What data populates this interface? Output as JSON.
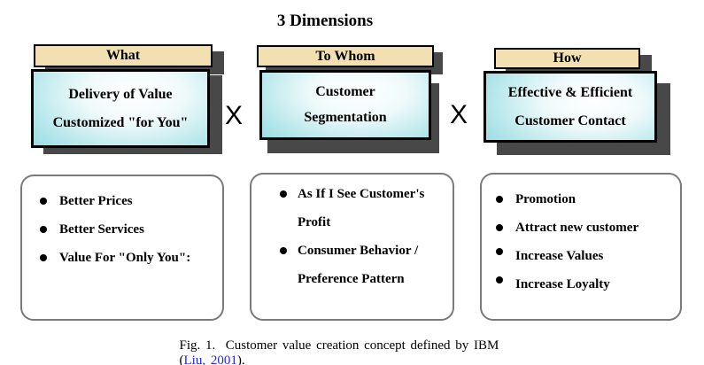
{
  "title": "3 Dimensions",
  "operator": "X",
  "colors": {
    "header_tan": "#F2DFB2",
    "box_cyan": "#7FD3DA",
    "box_highlight": "#FFFFFF",
    "drop_shadow": "#484848",
    "box_border": "#000000",
    "list_border": "#7A7A7A",
    "citation_blue": "#2A2ACB",
    "text": "#000000"
  },
  "columns": [
    {
      "header": "What",
      "box": {
        "line1": "Delivery of Value",
        "line2": "Customized \"for You\""
      },
      "bullets": [
        {
          "line1": "Better Prices"
        },
        {
          "line1": "Better Services"
        },
        {
          "line1": "Value For \"Only You\":"
        }
      ]
    },
    {
      "header": "To Whom",
      "box": {
        "line1": "Customer",
        "line2": "Segmentation"
      },
      "bullets": [
        {
          "line1": "As If I See Customer's",
          "line2": "Profit"
        },
        {
          "line1": "Consumer Behavior /",
          "line2": "Preference Pattern"
        }
      ]
    },
    {
      "header": "How",
      "box": {
        "line1": "Effective & Efficient",
        "line2": "Customer Contact"
      },
      "bullets": [
        {
          "line1": "Promotion"
        },
        {
          "line1": "Attract new customer"
        },
        {
          "line1": "Increase Values"
        },
        {
          "line1": "Increase Loyalty"
        }
      ]
    }
  ],
  "caption": {
    "prefix": "Fig. 1.  Customer value creation concept defined by IBM (",
    "link": "Liu, 2001",
    "suffix": ")."
  }
}
